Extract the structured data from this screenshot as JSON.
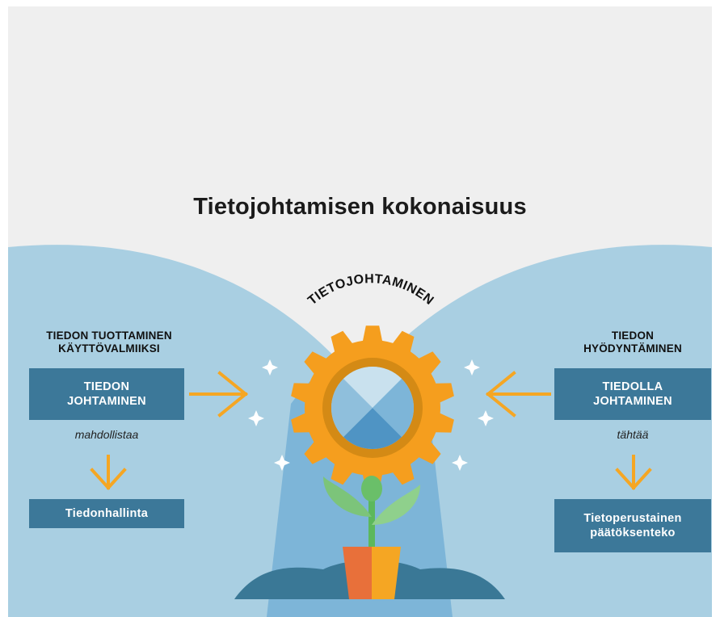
{
  "title": "Tietojohtamisen kokonaisuus",
  "center_label": "TIETOJOHTAMINEN",
  "left": {
    "heading_line1": "TIEDON TUOTTAMINEN",
    "heading_line2": "KÄYTTÖVALMIIKSI",
    "box_line1": "TIEDON",
    "box_line2": "JOHTAMINEN",
    "verb": "mahdollistaa",
    "result": "Tiedonhallinta"
  },
  "right": {
    "heading_line1": "TIEDON",
    "heading_line2": "HYÖDYNTÄMINEN",
    "box_line1": "TIEDOLLA",
    "box_line2": "JOHTAMINEN",
    "verb": "tähtää",
    "result_line1": "Tietoperustainen",
    "result_line2": "päätöksenteko"
  },
  "colors": {
    "background_top": "#efefef",
    "hills": "#a9cfe2",
    "beam": "#7db5d8",
    "box": "#3c7899",
    "arrow": "#f5a623",
    "gear": "#f59e1e",
    "gear_ring": "#d48a15",
    "pot_left": "#e8703a",
    "pot_right": "#f5a623",
    "leaf": "#7cc47a",
    "stem": "#5cb85c",
    "ground": "#3a7896"
  },
  "icons": [
    "gear-icon",
    "magnifier-icon",
    "plant-icon",
    "sparkle-icon",
    "arrow-right-icon",
    "arrow-left-icon",
    "arrow-down-icon"
  ]
}
